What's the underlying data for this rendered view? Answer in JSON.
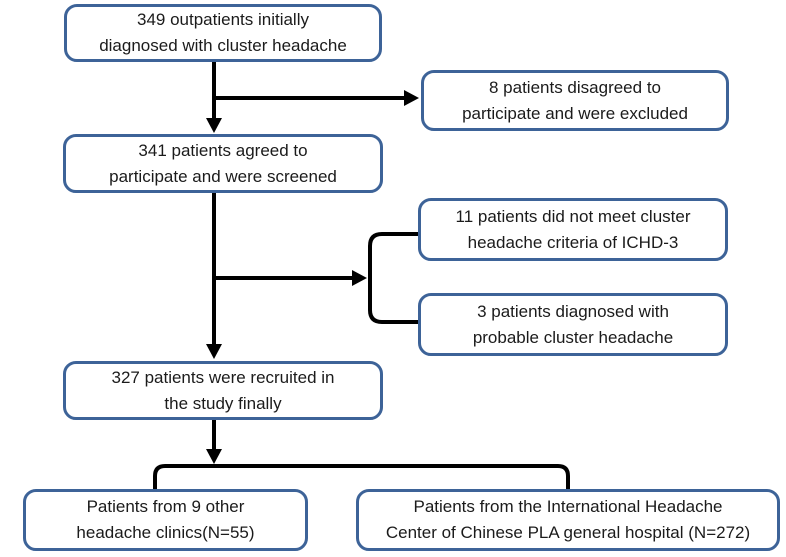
{
  "diagram": {
    "title_semantic": "Patient enrollment flowchart for cluster headache study",
    "colors": {
      "box_border": "#3d6398",
      "box_fill": "#ffffff",
      "arrow": "#000000",
      "text": "#1b1b1b",
      "background": "#ffffff"
    },
    "boxes": {
      "initial": {
        "lines": [
          "349 outpatients initially",
          "diagnosed with cluster headache"
        ]
      },
      "excluded": {
        "lines": [
          "8 patients disagreed to",
          "participate and were excluded"
        ]
      },
      "screened": {
        "lines": [
          "341 patients agreed to",
          "participate and were screened"
        ]
      },
      "notmeet": {
        "lines": [
          "11 patients did not meet cluster",
          "headache criteria of ICHD-3"
        ]
      },
      "probable": {
        "lines": [
          "3 patients diagnosed with",
          "probable cluster headache"
        ]
      },
      "recruited": {
        "lines": [
          "327 patients were recruited in",
          "the study finally"
        ]
      },
      "clinics": {
        "lines": [
          "Patients from 9 other",
          "headache clinics(N=55)"
        ]
      },
      "center": {
        "lines": [
          "Patients from the International Headache",
          "Center of Chinese PLA general hospital (N=272)"
        ]
      }
    },
    "flow": [
      {
        "from": "initial",
        "to": "screened"
      },
      {
        "from": "initial",
        "to": "excluded"
      },
      {
        "from": "screened",
        "to": "recruited"
      },
      {
        "from": "screened",
        "to": "notmeet"
      },
      {
        "from": "screened",
        "to": "probable"
      },
      {
        "from": "recruited",
        "to": "clinics"
      },
      {
        "from": "recruited",
        "to": "center"
      }
    ]
  }
}
